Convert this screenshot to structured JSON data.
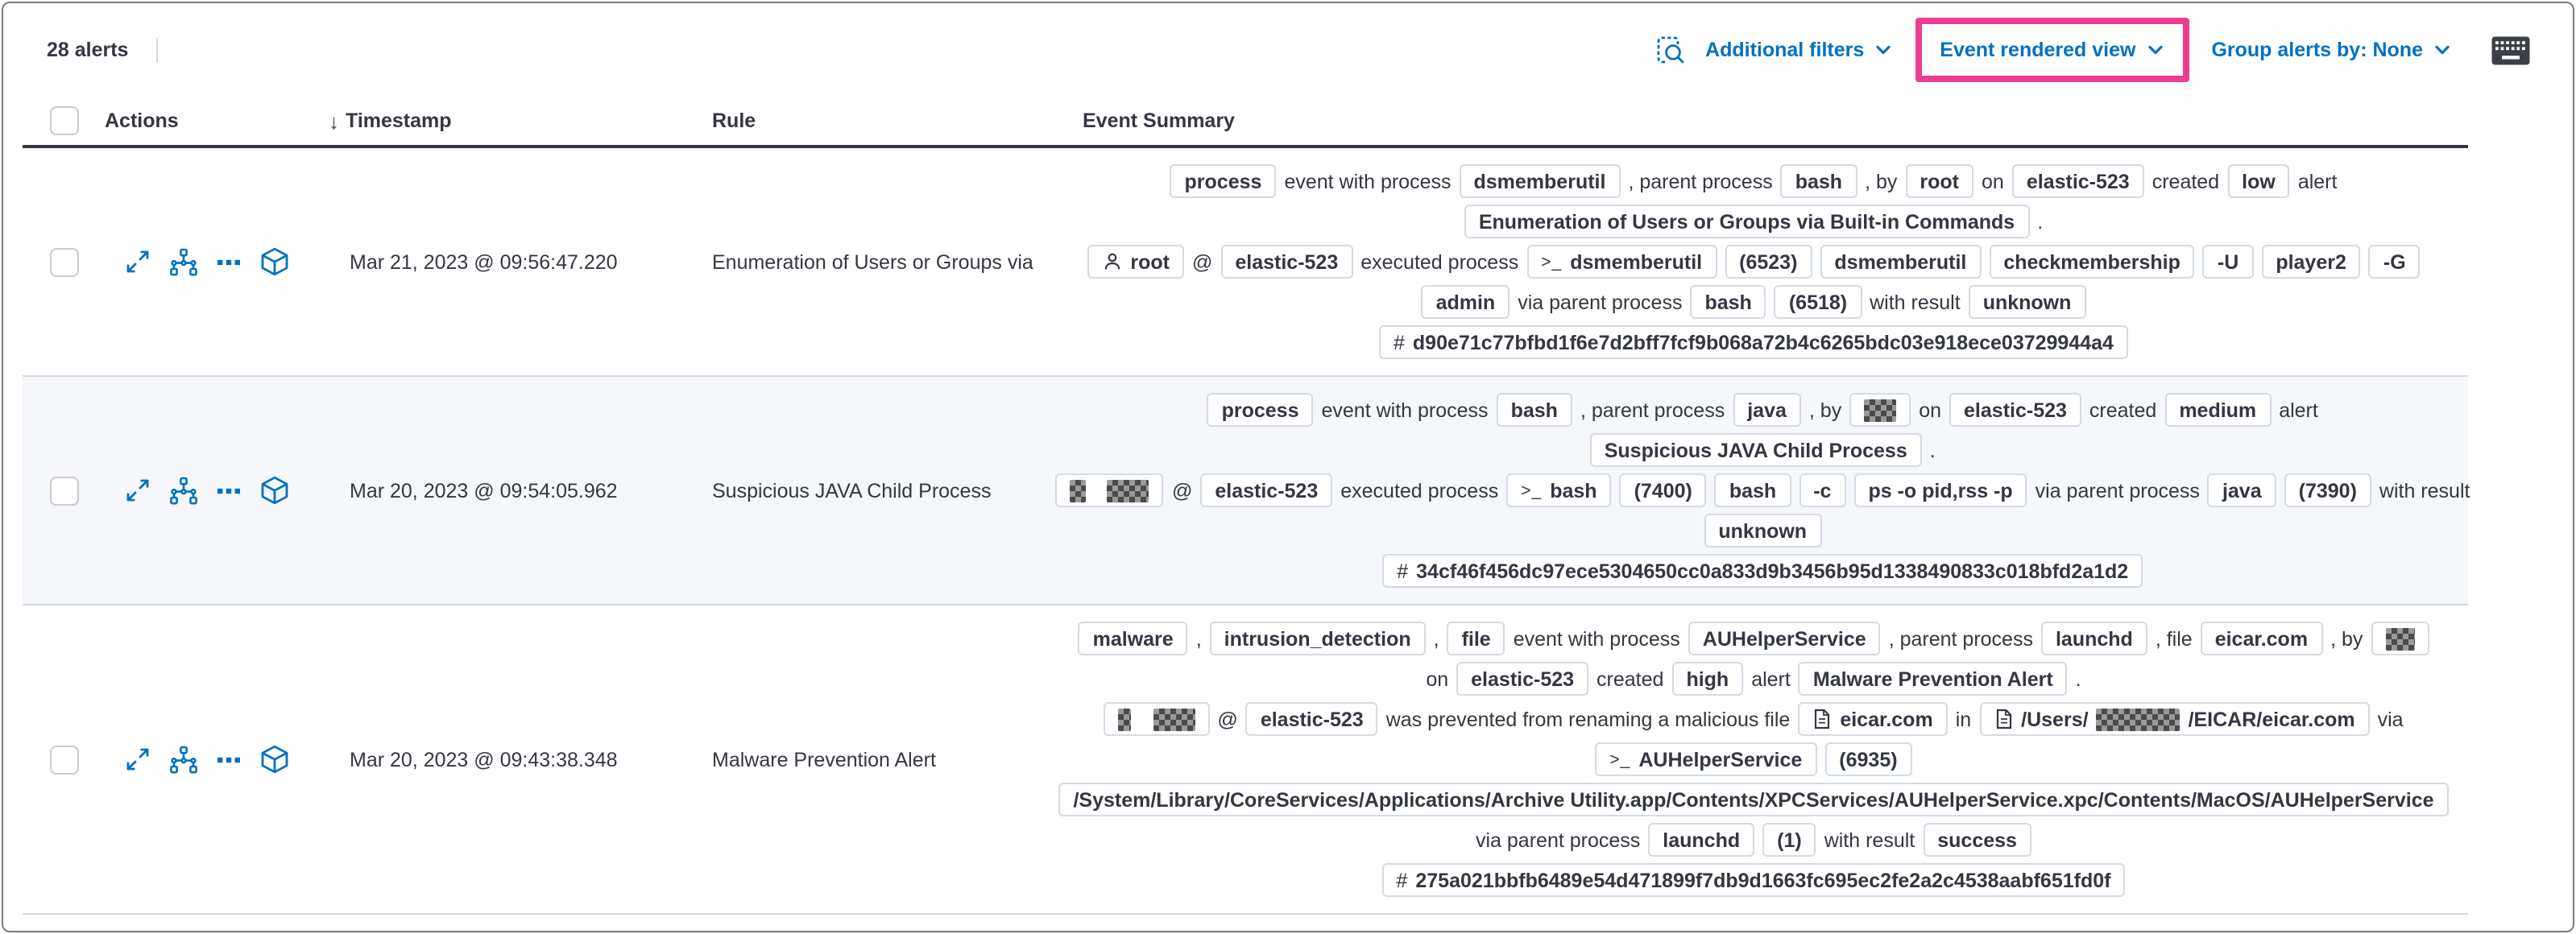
{
  "toolbar": {
    "alert_count": "28 alerts",
    "additional_filters_label": "Additional filters",
    "view_selector_label": "Event rendered view",
    "group_alerts_label": "Group alerts by: None"
  },
  "colors": {
    "accent_blue": "#0071c2",
    "highlight_pink": "#ed3d8f",
    "text_dark": "#343741",
    "badge_border": "#d3dae6",
    "stripe_bg": "#f5f7fa"
  },
  "icons": {
    "toolbar": [
      "inspect-icon",
      "chevron-down-icon",
      "keyboard-shortcuts-icon"
    ],
    "row_actions": [
      "expand-icon",
      "analyze-event-icon",
      "more-actions-icon",
      "session-view-icon"
    ],
    "badge_icons": [
      "user-icon",
      "console-icon",
      "document-icon",
      "hash-icon"
    ]
  },
  "table": {
    "columns": [
      "Actions",
      "Timestamp",
      "Rule",
      "Event Summary"
    ],
    "rows": [
      {
        "timestamp": "Mar 21, 2023 @ 09:56:47.220",
        "rule": "Enumeration of Users or Groups via Bui",
        "striped": false,
        "summary": [
          [
            {
              "k": "b",
              "v": "process"
            },
            {
              "k": "t",
              "v": "event with process"
            },
            {
              "k": "b",
              "v": "dsmemberutil"
            },
            {
              "k": "t",
              "v": ", parent process"
            },
            {
              "k": "b",
              "v": "bash"
            },
            {
              "k": "t",
              "v": ", by"
            },
            {
              "k": "b",
              "v": "root"
            },
            {
              "k": "t",
              "v": "on"
            },
            {
              "k": "b",
              "v": "elastic-523"
            },
            {
              "k": "t",
              "v": "created"
            },
            {
              "k": "b",
              "v": "low"
            },
            {
              "k": "t",
              "v": "alert"
            }
          ],
          [
            {
              "k": "b",
              "v": "Enumeration of Users or Groups via Built-in Commands"
            },
            {
              "k": "t",
              "v": "."
            }
          ],
          [
            {
              "k": "u",
              "v": "root"
            },
            {
              "k": "t",
              "v": "@"
            },
            {
              "k": "b",
              "v": "elastic-523"
            },
            {
              "k": "t",
              "v": "executed process"
            },
            {
              "k": "c",
              "v": "dsmemberutil"
            },
            {
              "k": "b",
              "v": "(6523)"
            },
            {
              "k": "b",
              "v": "dsmemberutil"
            },
            {
              "k": "b",
              "v": "checkmembership"
            },
            {
              "k": "b",
              "v": "-U"
            },
            {
              "k": "b",
              "v": "player2"
            },
            {
              "k": "b",
              "v": "-G"
            }
          ],
          [
            {
              "k": "b",
              "v": "admin"
            },
            {
              "k": "t",
              "v": "via parent process"
            },
            {
              "k": "b",
              "v": "bash"
            },
            {
              "k": "b",
              "v": "(6518)"
            },
            {
              "k": "t",
              "v": "with result"
            },
            {
              "k": "b",
              "v": "unknown"
            }
          ],
          [
            {
              "k": "h",
              "v": "d90e71c77bfbd1f6e7d2bff7fcf9b068a72b4c6265bdc03e918ece03729944a4"
            }
          ]
        ]
      },
      {
        "timestamp": "Mar 20, 2023 @ 09:54:05.962",
        "rule": "Suspicious JAVA Child Process",
        "striped": true,
        "summary": [
          [
            {
              "k": "b",
              "v": "process"
            },
            {
              "k": "t",
              "v": "event with process"
            },
            {
              "k": "b",
              "v": "bash"
            },
            {
              "k": "t",
              "v": ", parent process"
            },
            {
              "k": "b",
              "v": "java"
            },
            {
              "k": "t",
              "v": ", by"
            },
            {
              "k": "r",
              "w": [
                20
              ]
            },
            {
              "k": "t",
              "v": "on"
            },
            {
              "k": "b",
              "v": "elastic-523"
            },
            {
              "k": "t",
              "v": "created"
            },
            {
              "k": "b",
              "v": "medium"
            },
            {
              "k": "t",
              "v": "alert"
            }
          ],
          [
            {
              "k": "b",
              "v": "Suspicious JAVA Child Process"
            },
            {
              "k": "t",
              "v": "."
            }
          ],
          [
            {
              "k": "r",
              "w": [
                10,
                26
              ]
            },
            {
              "k": "t",
              "v": "@"
            },
            {
              "k": "b",
              "v": "elastic-523"
            },
            {
              "k": "t",
              "v": "executed process"
            },
            {
              "k": "c",
              "v": "bash"
            },
            {
              "k": "b",
              "v": "(7400)"
            },
            {
              "k": "b",
              "v": "bash"
            },
            {
              "k": "b",
              "v": "-c"
            },
            {
              "k": "b",
              "v": "ps -o pid,rss -p"
            },
            {
              "k": "t",
              "v": "via parent process"
            },
            {
              "k": "b",
              "v": "java"
            },
            {
              "k": "b",
              "v": "(7390)"
            },
            {
              "k": "t",
              "v": "with result"
            }
          ],
          [
            {
              "k": "b",
              "v": "unknown"
            }
          ],
          [
            {
              "k": "h",
              "v": "34cf46f456dc97ece5304650cc0a833d9b3456b95d1338490833c018bfd2a1d2"
            }
          ]
        ]
      },
      {
        "timestamp": "Mar 20, 2023 @ 09:43:38.348",
        "rule": "Malware Prevention Alert",
        "striped": false,
        "summary": [
          [
            {
              "k": "b",
              "v": "malware"
            },
            {
              "k": "t",
              "v": ","
            },
            {
              "k": "b",
              "v": "intrusion_detection"
            },
            {
              "k": "t",
              "v": ","
            },
            {
              "k": "b",
              "v": "file"
            },
            {
              "k": "t",
              "v": "event with process"
            },
            {
              "k": "b",
              "v": "AUHelperService"
            },
            {
              "k": "t",
              "v": ", parent process"
            },
            {
              "k": "b",
              "v": "launchd"
            },
            {
              "k": "t",
              "v": ", file"
            },
            {
              "k": "b",
              "v": "eicar.com"
            },
            {
              "k": "t",
              "v": ", by"
            },
            {
              "k": "r",
              "w": [
                18
              ]
            }
          ],
          [
            {
              "k": "t",
              "v": "on"
            },
            {
              "k": "b",
              "v": "elastic-523"
            },
            {
              "k": "t",
              "v": "created"
            },
            {
              "k": "b",
              "v": "high"
            },
            {
              "k": "t",
              "v": "alert"
            },
            {
              "k": "b",
              "v": "Malware Prevention Alert"
            },
            {
              "k": "t",
              "v": "."
            }
          ],
          [
            {
              "k": "r",
              "w": [
                8,
                26
              ]
            },
            {
              "k": "t",
              "v": "@"
            },
            {
              "k": "b",
              "v": "elastic-523"
            },
            {
              "k": "t",
              "v": "was prevented from renaming a malicious file"
            },
            {
              "k": "f",
              "v": "eicar.com"
            },
            {
              "k": "t",
              "v": "in"
            },
            {
              "k": "f",
              "v": [
                {
                  "s": "/Users/"
                },
                {
                  "r": 52
                },
                {
                  "s": "/EICAR/eicar.com"
                }
              ]
            },
            {
              "k": "t",
              "v": "via"
            }
          ],
          [
            {
              "k": "c",
              "v": "AUHelperService"
            },
            {
              "k": "b",
              "v": "(6935)"
            }
          ],
          [
            {
              "k": "b",
              "v": "/System/Library/CoreServices/Applications/Archive Utility.app/Contents/XPCServices/AUHelperService.xpc/Contents/MacOS/AUHelperService"
            }
          ],
          [
            {
              "k": "t",
              "v": "via parent process"
            },
            {
              "k": "b",
              "v": "launchd"
            },
            {
              "k": "b",
              "v": "(1)"
            },
            {
              "k": "t",
              "v": "with result"
            },
            {
              "k": "b",
              "v": "success"
            }
          ],
          [
            {
              "k": "h",
              "v": "275a021bbfb6489e54d471899f7db9d1663fc695ec2fe2a2c4538aabf651fd0f"
            }
          ]
        ]
      }
    ]
  }
}
